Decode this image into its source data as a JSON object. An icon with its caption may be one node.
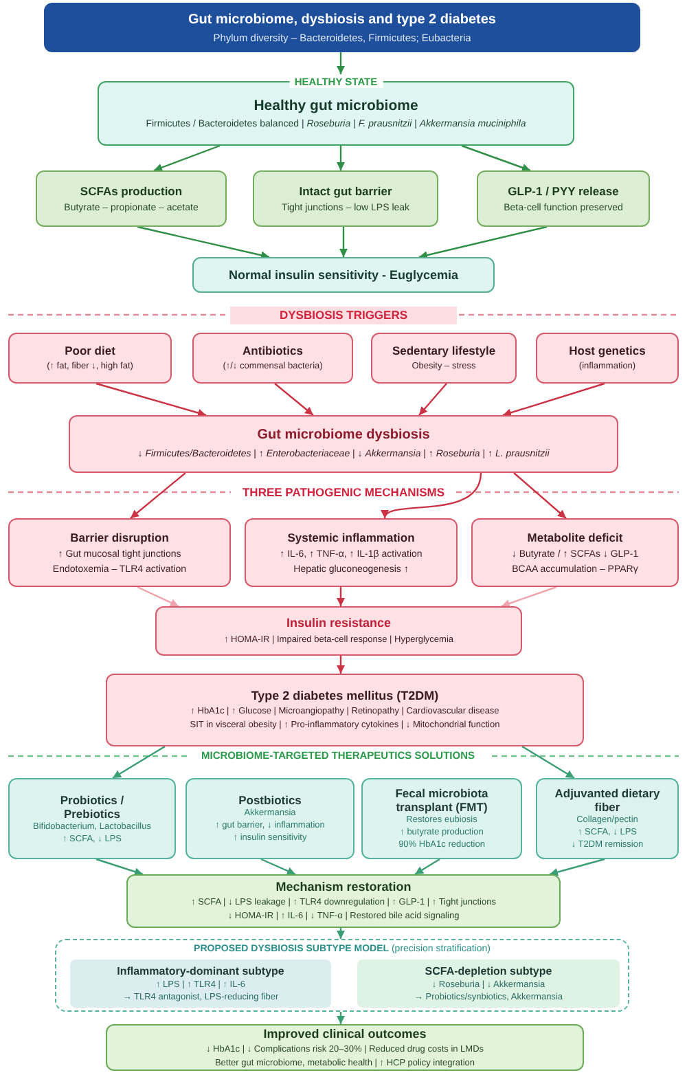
{
  "diagram": {
    "nodes": [
      {
        "text": [
          "Gut microbiome, dysbiosis and type 2 diabetes",
          "Phylum diversity – Bacteroidetes, Firmicutes; Eubacteria"
        ]
      },
      {
        "text": [
          "HEALTHY STATE",
          "Healthy gut microbiome",
          "Firmicutes / Bacteroidetes balanced | *Roseburia* | *F. prausnitzii* | *Akkermansia muciniphila*"
        ]
      },
      {
        "text": [
          "SCFAs production",
          "Butyrate – propionate – acetate"
        ]
      },
      {
        "text": [
          "Intact gut barrier",
          "Tight junctions – low LPS leak"
        ]
      },
      {
        "text": [
          "GLP-1 / PYY release",
          "Beta-cell function preserved"
        ]
      },
      {
        "text": [
          "Normal insulin sensitivity - Euglycemia"
        ]
      },
      {
        "text": [
          "Poor diet",
          "(↑ fat, fiber ↓, high fat)"
        ]
      },
      {
        "text": [
          "Antibiotics",
          "(↑/↓ commensal bacteria)"
        ]
      },
      {
        "text": [
          "Sedentary lifestyle",
          "Obesity – stress"
        ]
      },
      {
        "text": [
          "Host genetics",
          "(inflammation)"
        ]
      },
      {
        "text": [
          "Gut microbiome dysbiosis",
          "↓ *Firmicutes/Bacteroidetes* | ↑ *Enterobacteriaceae* | ↓ *Akkermansia* | ↑ *Roseburia* | ↑ *L. prausnitzii*"
        ]
      },
      {
        "text": [
          "Barrier disruption",
          "↑ Gut mucosal tight junctions",
          "Endotoxemia – TLR4 activation"
        ]
      },
      {
        "text": [
          "Systemic inflammation",
          "↑ IL-6, ↑ TNF-α, ↑ IL-1β activation",
          "Hepatic gluconeogenesis ↑"
        ]
      },
      {
        "text": [
          "Metabolite deficit",
          "↓ Butyrate / ↑ SCFAs ↓ GLP-1",
          "BCAA accumulation – PPARγ"
        ]
      },
      {
        "text": [
          "Insulin resistance",
          "↑ HOMA-IR | Impaired beta-cell response | Hyperglycemia"
        ]
      },
      {
        "text": [
          "Type 2 diabetes mellitus (T2DM)",
          "↑ HbA1c | ↑ Glucose | Microangiopathy | Retinopathy | Cardiovascular disease",
          "SIT in visceral obesity | ↑ Pro-inflammatory cytokines | ↓ Mitochondrial function"
        ]
      },
      {
        "text": [
          "Probiotics / Prebiotics",
          "Bifidobacterium, Lactobacillus",
          "↑ SCFA, ↓ LPS"
        ]
      },
      {
        "text": [
          "Postbiotics",
          "Akkermansia",
          "↑ gut barrier, ↓ inflammation",
          "↑ insulin sensitivity"
        ]
      },
      {
        "text": [
          "Fecal microbiota transplant (FMT)",
          "Restores eubiosis",
          "↑ butyrate production",
          "90% HbA1c reduction"
        ]
      },
      {
        "text": [
          "Adjuvanted dietary fiber",
          "Collagen/pectin",
          "↑ SCFA, ↓ LPS",
          "↓ T2DM remission"
        ]
      },
      {
        "text": [
          "Mechanism restoration",
          "↑ SCFA | ↓ LPS leakage | ↑ TLR4 downregulation | ↑ GLP-1 | ↑ Tight junctions",
          "↓ HOMA-IR | ↑ IL-6 | ↓ TNF-α | Restored bile acid signaling"
        ]
      },
      {
        "text": [
          "**PROPOSED DYSBIOSIS SUBTYPE MODEL** (precision stratification)"
        ]
      },
      {
        "text": [
          "Inflammatory-dominant subtype",
          "↑ LPS | ↑ TLR4 | ↑ IL-6",
          "→ TLR4 antagonist, LPS-reducing fiber"
        ],
        "in": 21
      },
      {
        "text": [
          "SCFA-depletion subtype",
          "↓ Roseburia | ↓ Akkermansia",
          "→ Probiotics/synbiotics, Akkermansia"
        ],
        "in": 21
      },
      {
        "text": [
          "Improved clinical outcomes",
          "↓ HbA1c | ↓ Complications risk 20–30% | Reduced drug costs in LMDs",
          "Better gut microbiome, metabolic health | ↑ HCP policy integration"
        ]
      }
    ],
    "edges": [
      {
        "from": 0,
        "to": 1,
        "arrow": "to",
        "color": "#2f8f46"
      },
      {
        "from": 1,
        "to": 2,
        "arrow": "to",
        "color": "#2f8f46"
      },
      {
        "from": 1,
        "to": 3,
        "arrow": "to",
        "color": "#2f8f46"
      },
      {
        "from": 1,
        "to": 4,
        "arrow": "to",
        "color": "#2f8f46"
      },
      {
        "from": 2,
        "to": 5,
        "arrow": "to",
        "color": "#2f8f46"
      },
      {
        "from": 3,
        "to": 5,
        "arrow": "to",
        "color": "#2f8f46"
      },
      {
        "from": 4,
        "to": 5,
        "arrow": "to",
        "color": "#2f8f46"
      },
      {
        "from": 6,
        "to": 10,
        "arrow": "to"
      },
      {
        "from": 7,
        "to": 10,
        "arrow": "to"
      },
      {
        "from": 8,
        "to": 10,
        "arrow": "to"
      },
      {
        "from": 9,
        "to": 10,
        "arrow": "to"
      },
      {
        "from": 10,
        "to": 11,
        "arrow": "to"
      },
      {
        "from": 10,
        "to": 12,
        "arrow": "to"
      },
      {
        "from": 10,
        "to": 13,
        "arrow": "to"
      },
      {
        "from": 11,
        "to": 14,
        "arrow": "to",
        "color": "#efa3ad"
      },
      {
        "from": 12,
        "to": 14,
        "arrow": "to"
      },
      {
        "from": 13,
        "to": 14,
        "arrow": "to",
        "color": "#efa3ad"
      },
      {
        "from": 14,
        "to": 15,
        "arrow": "to"
      },
      {
        "from": 15,
        "to": 16,
        "arrow": "to",
        "color": "#3a9e74"
      },
      {
        "from": 15,
        "to": 19,
        "arrow": "to",
        "color": "#3a9e74"
      },
      {
        "from": 16,
        "to": 20,
        "arrow": "to",
        "color": "#3a9e74"
      },
      {
        "from": 17,
        "to": 20,
        "arrow": "to",
        "color": "#3a9e74"
      },
      {
        "from": 18,
        "to": 20,
        "arrow": "to",
        "color": "#3a9e74"
      },
      {
        "from": 19,
        "to": 20,
        "arrow": "to",
        "color": "#3a9e74"
      },
      {
        "from": 20,
        "to": 21,
        "arrow": "to",
        "color": "#3a9e74"
      },
      {
        "from": 21,
        "to": 24,
        "arrow": "to",
        "color": "#3a9e74"
      }
    ],
    "labels": [
      "DYSBIOSIS TRIGGERS",
      "THREE PATHOGENIC MECHANISMS",
      "MICROBIOME-TARGETED THERAPEUTICS SOLUTIONS"
    ]
  }
}
